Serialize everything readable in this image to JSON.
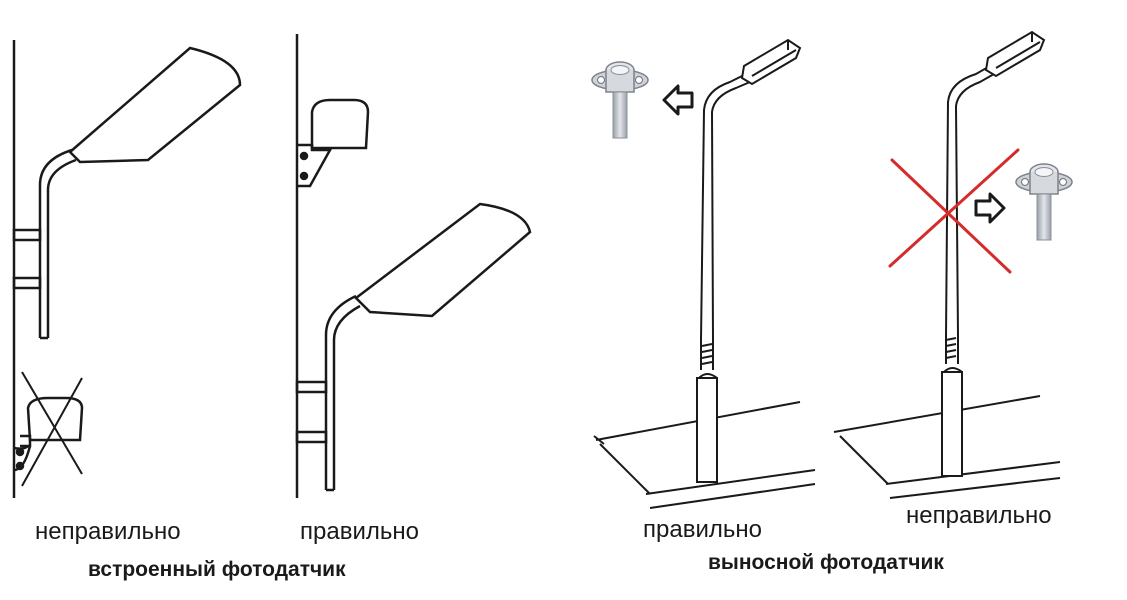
{
  "labels": {
    "left_wrong": "неправильно",
    "left_right": "правильно",
    "left_caption": "встроенный фотодатчик",
    "right_right": "правильно",
    "right_wrong": "неправильно",
    "right_caption": "выносной фотодатчик"
  },
  "colors": {
    "line": "#1a1a1a",
    "cross_red": "#d42b2b",
    "sensor_gray": "#b9bec4"
  },
  "icons": [
    "wall-lamp",
    "built-in-photosensor",
    "street-pole-lamp",
    "remote-photosensor",
    "arrow-left-icon",
    "arrow-right-icon",
    "cross-mark"
  ]
}
